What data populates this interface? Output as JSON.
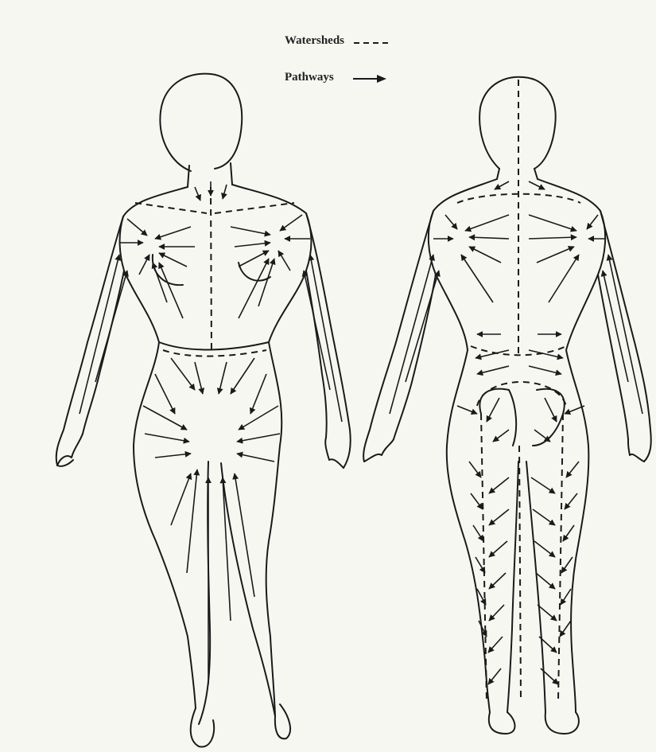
{
  "legend": {
    "watersheds_label": "Watersheds",
    "pathways_label": "Pathways"
  },
  "colors": {
    "ink": "#1a1a1a",
    "paper": "#f7f7f2"
  },
  "figures": [
    {
      "name": "front-view",
      "description_visible": false
    },
    {
      "name": "back-view",
      "description_visible": false
    }
  ]
}
